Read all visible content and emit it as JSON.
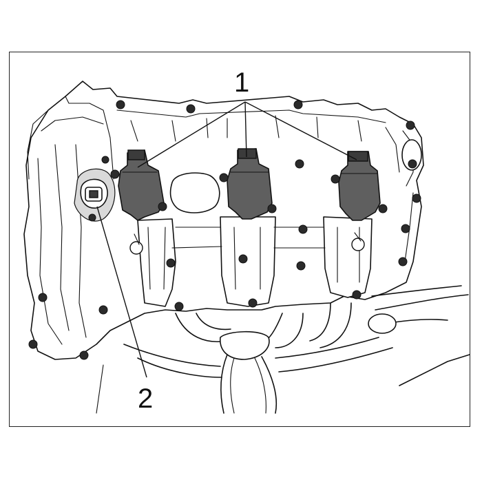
{
  "diagram": {
    "callouts": [
      {
        "id": "1",
        "text": "1"
      },
      {
        "id": "2",
        "text": "2"
      }
    ],
    "colors": {
      "line": "#111111",
      "coil_fill": "#5f5f5f",
      "shading": "#d9d9d9",
      "background": "#ffffff"
    }
  }
}
